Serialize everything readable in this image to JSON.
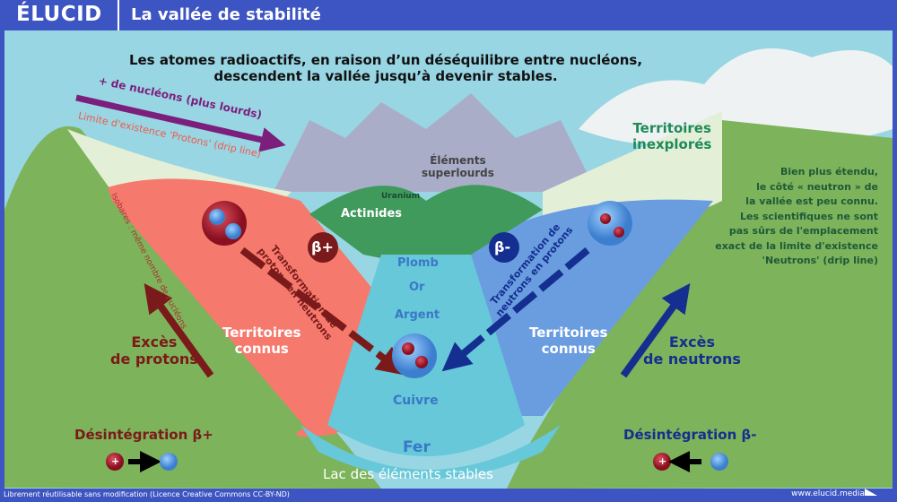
{
  "header": {
    "logo": "ÉLUCID",
    "title": "La vallée de stabilité"
  },
  "intro": {
    "line1": "Les atomes radioactifs, en raison d’un déséquilibre entre nucléons,",
    "line2": "descendent la vallée jusqu’à devenir stables."
  },
  "labels": {
    "more_nucleons": "+ de nucléons (plus lourds)",
    "proton_dripline": "Limite d'existence 'Protons' (drip line)",
    "isobars": "Isobares : même nombre de nucléons",
    "superheavy_1": "Éléments",
    "superheavy_2": "superlourds",
    "uranium": "Uranium",
    "actinides": "Actinides",
    "unexplored_1": "Territoires",
    "unexplored_2": "inexplorés",
    "neutron_note": [
      "Bien plus étendu,",
      "le côté « neutron » de",
      "la vallée est peu connu.",
      "Les scientifiques ne sont",
      "pas sûrs de l'emplacement",
      "exact de la limite d'existence",
      "'Neutrons' (drip line)"
    ],
    "beta_plus": "β+",
    "beta_minus": "β-",
    "p_to_n_1": "Transformation de",
    "p_to_n_2": "protons en neutrons",
    "n_to_p_1": "Transformation de",
    "n_to_p_2": "neutrons en protons",
    "known_left_1": "Territoires",
    "known_left_2": "connus",
    "known_right_1": "Territoires",
    "known_right_2": "connus",
    "excess_p_1": "Excès",
    "excess_p_2": "de protons",
    "excess_n_1": "Excès",
    "excess_n_2": "de neutrons",
    "elements": [
      "Plomb",
      "Or",
      "Argent",
      "Cuivre",
      "Fer"
    ],
    "decay_plus": "Désintégration β+",
    "decay_minus": "Désintégration β-",
    "lake": "Lac des éléments stables",
    "proton_sign": "+"
  },
  "footer": {
    "license": "Librement réutilisable sans modification (Licence Creative Commons CC-BY-ND)",
    "site": "www.elucid.media"
  },
  "colors": {
    "brand": "#3d55c2",
    "proton": "#b5222e",
    "neutron": "#5b9fe0",
    "beta_plus": "#7a1a1a",
    "beta_minus": "#142f8f",
    "green_text": "#1e6e4a"
  }
}
